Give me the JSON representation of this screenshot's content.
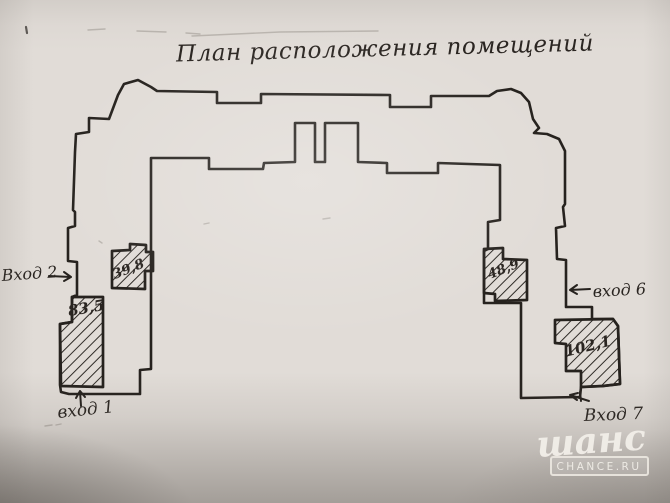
{
  "photo": {
    "title": "План расположения помещений",
    "rooms": [
      {
        "id": "room-83-5",
        "area": "83,5"
      },
      {
        "id": "room-39-8",
        "area": "39,8"
      },
      {
        "id": "room-48-9",
        "area": "48,9"
      },
      {
        "id": "room-102-1",
        "area": "102,1"
      }
    ],
    "entrances": [
      {
        "id": "entrance-2",
        "label": "Вход 2"
      },
      {
        "id": "entrance-1",
        "label": "вход 1"
      },
      {
        "id": "entrance-6",
        "label": "вход 6"
      },
      {
        "id": "entrance-7",
        "label": "Вход 7"
      }
    ],
    "watermark": {
      "brand": "шанс",
      "site": "CHANCE.RU"
    },
    "colors": {
      "ink": "#26221e",
      "paper": "#e1dcd7",
      "watermark_white": "#f3f0ea"
    }
  }
}
